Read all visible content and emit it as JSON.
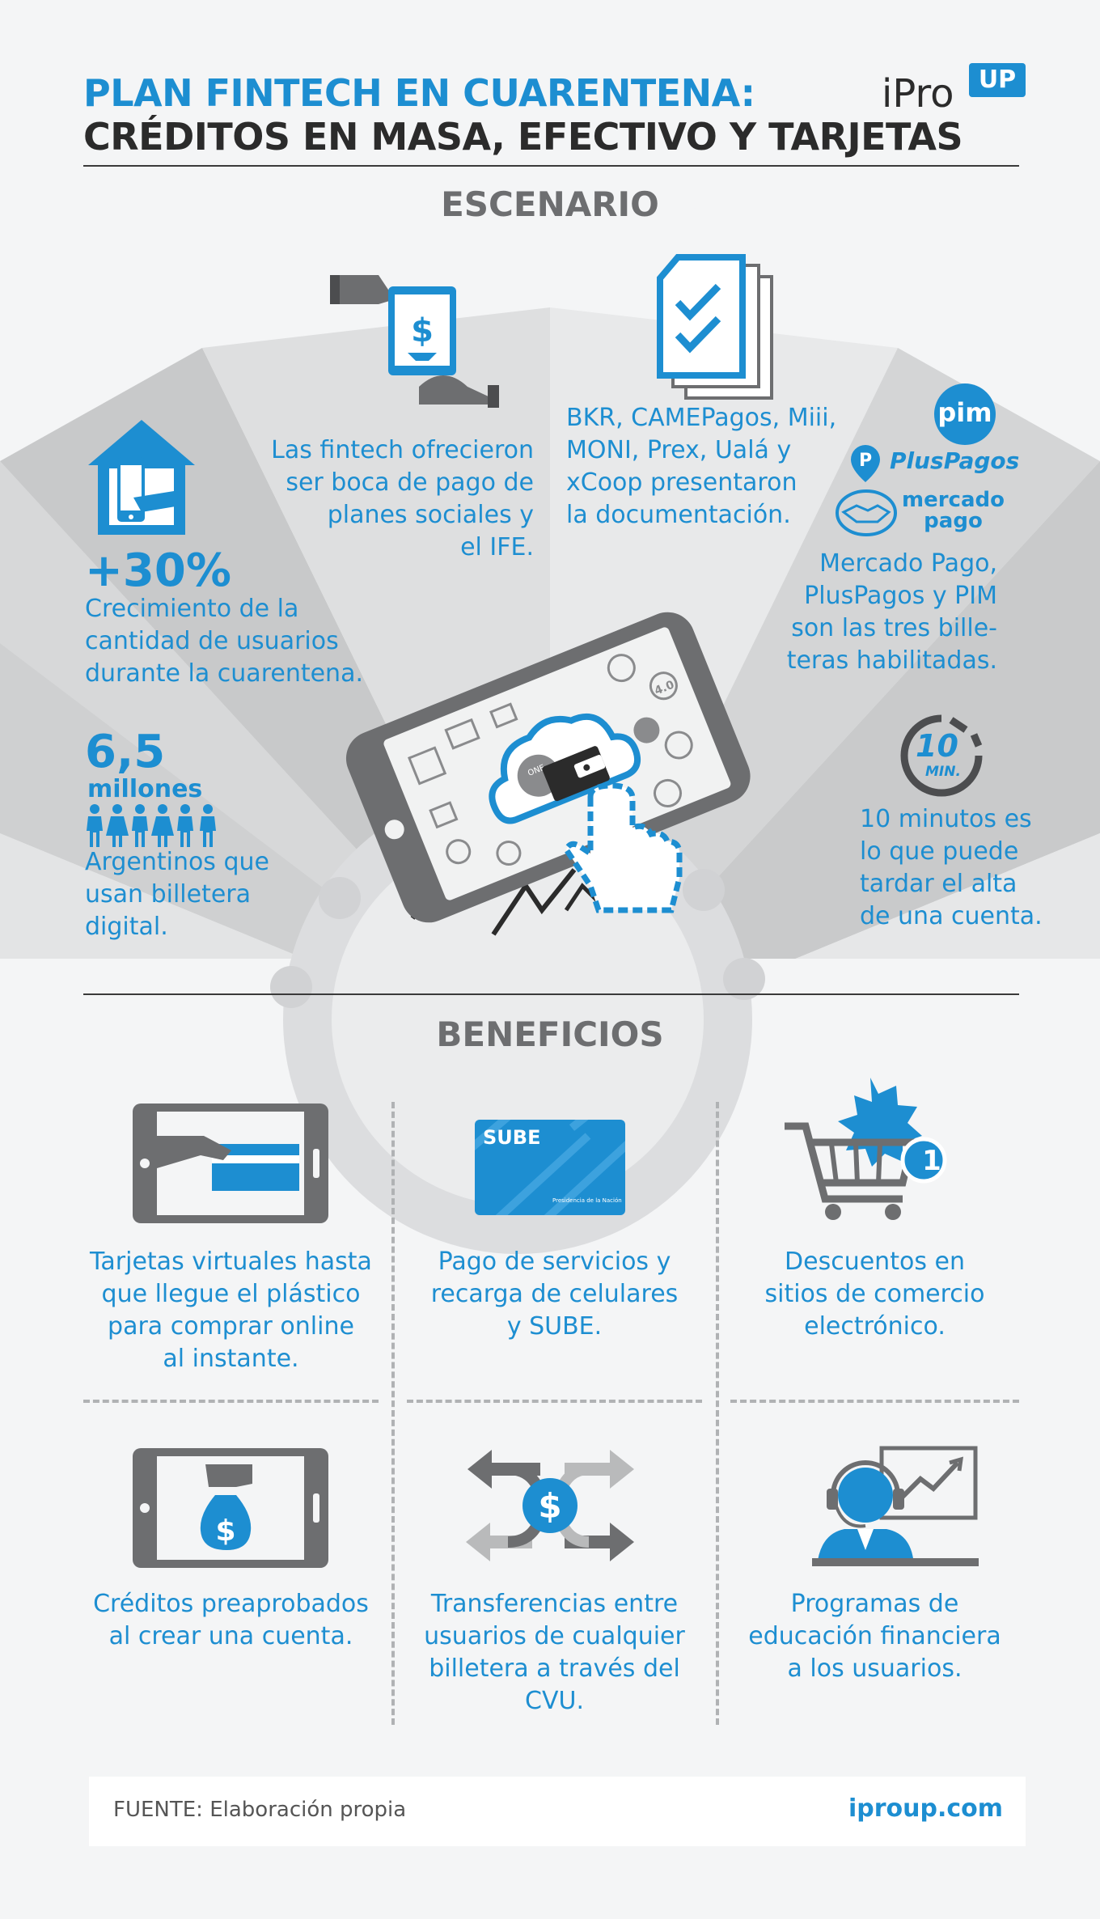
{
  "header": {
    "title_line1": "PLAN FINTECH EN CUARENTENA:",
    "title_line2": "CRÉDITOS EN MASA, EFECTIVO Y TARJETAS",
    "logo_text": "iPro",
    "logo_badge": "UP"
  },
  "escenario": {
    "title": "ESCENARIO",
    "stat_growth": {
      "value": "+30%",
      "text": [
        "Crecimiento de la",
        "cantidad de usuarios",
        "durante la cuarentena."
      ]
    },
    "stat_users": {
      "value": "6,5",
      "unit": "millones",
      "text": [
        "Argentinos que",
        "usan billetera",
        "digital."
      ]
    },
    "fintech_payment": [
      "Las fintech ofrecieron",
      "ser boca de pago de",
      "planes sociales y",
      "el IFE."
    ],
    "documentation": [
      "BKR, CAMEPagos, Miii,",
      "MONI, Prex, Ualá y",
      "xCoop presentaron",
      "la documentación."
    ],
    "wallets": {
      "logos": [
        "pim",
        "PlusPagos",
        "mercado",
        "pago"
      ],
      "text": [
        "Mercado Pago,",
        "PlusPagos y PIM",
        "son las tres bille-",
        "teras habilitadas."
      ]
    },
    "signup_time": {
      "badge_number": "10",
      "badge_unit": "MIN.",
      "text": [
        "10 minutos es",
        "lo que puede",
        "tardar el alta",
        "de una cuenta."
      ]
    },
    "phone_icons": {
      "label_top": "4.0",
      "label_coin": "ONE"
    }
  },
  "beneficios": {
    "title": "BENEFICIOS",
    "items": [
      {
        "icon": "card-tablet-icon",
        "text": [
          "Tarjetas virtuales hasta",
          "que llegue el plástico",
          "para comprar online",
          "al instante."
        ]
      },
      {
        "icon": "sube-card-icon",
        "card_label": "SUBE",
        "card_caption": "Presidencia de la Nación",
        "text": [
          "Pago de servicios y",
          "recarga de celulares",
          "y SUBE."
        ]
      },
      {
        "icon": "cart-discount-icon",
        "badge": "1",
        "text": [
          "Descuentos en",
          "sitios de comercio",
          "electrónico."
        ]
      },
      {
        "icon": "money-bag-tablet-icon",
        "text": [
          "Créditos preaprobados",
          "al crear una cuenta."
        ]
      },
      {
        "icon": "transfer-arrows-icon",
        "text": [
          "Transferencias entre",
          "usuarios de cualquier",
          "billetera a través del",
          "CVU."
        ]
      },
      {
        "icon": "support-agent-icon",
        "text": [
          "Programas de",
          "educación financiera",
          "a los usuarios."
        ]
      }
    ]
  },
  "footer": {
    "source": "FUENTE: Elaboración propia",
    "url": "iproup.com"
  },
  "colors": {
    "accent": "#1d8ed1",
    "dark": "#2b2b2b",
    "gray": "#6d6e70",
    "background": "#f4f5f6"
  }
}
